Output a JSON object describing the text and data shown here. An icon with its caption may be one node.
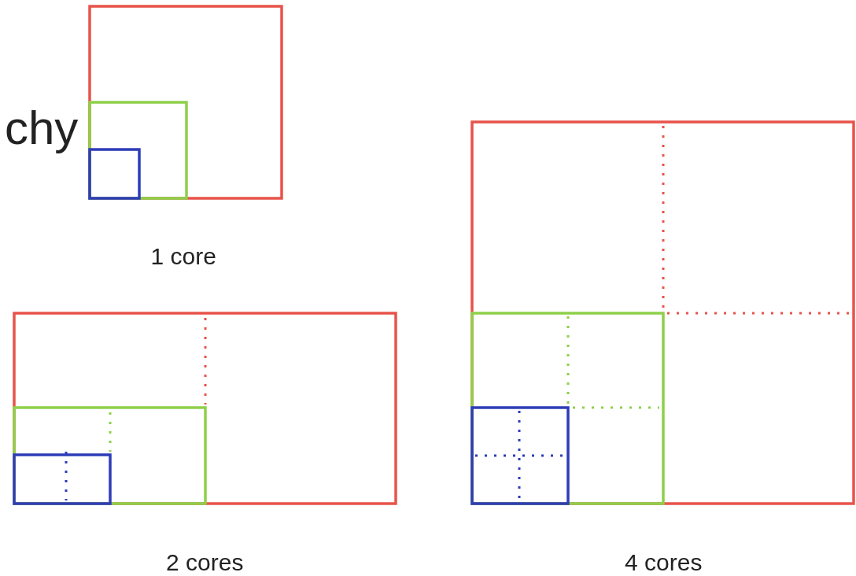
{
  "diagram": {
    "labels": [
      "chy",
      "1 core",
      "2 cores",
      "4 cores"
    ]
  }
}
